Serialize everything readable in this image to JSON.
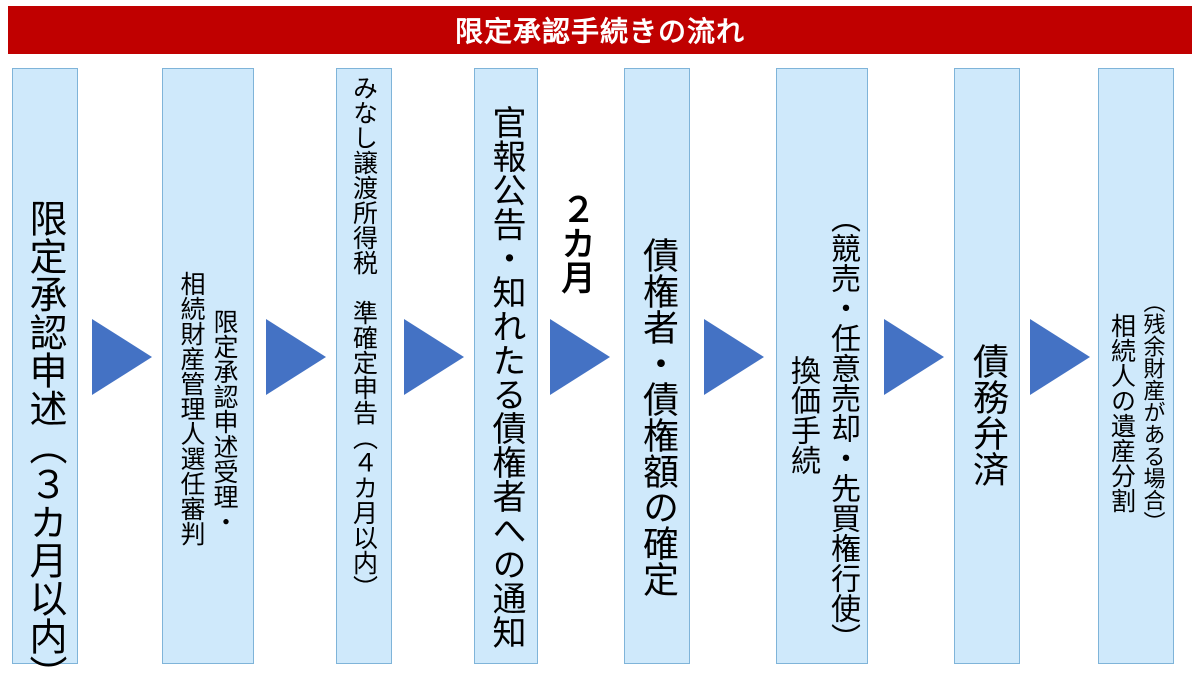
{
  "title": "限定承認手続きの流れ",
  "steps": [
    {
      "lines": [
        "限定承認申述（３カ月以内）"
      ]
    },
    {
      "lines": [
        "限定承認申述受理・",
        "相続財産管理人選任審判"
      ]
    },
    {
      "lines": [
        "みなし譲渡所得税　準確定申告（４カ月以内）"
      ]
    },
    {
      "lines": [
        "官報公告・知れたる債権者への通知"
      ]
    },
    {
      "lines": [
        "債権者・債権額の確定"
      ]
    },
    {
      "lines": [
        "（競売・任意売却・先買権行使）",
        "換価手続"
      ]
    },
    {
      "lines": [
        "債務弁済"
      ]
    },
    {
      "lines": [
        "（残余財産がある場合）",
        "相続人の遺産分割"
      ]
    }
  ],
  "period_label": "２カ月",
  "colors": {
    "title_background": "#c00000",
    "title_text": "#ffffff",
    "box_fill": "#cfe9fb",
    "box_border": "#7fb4d9",
    "arrow": "#4472c4"
  }
}
